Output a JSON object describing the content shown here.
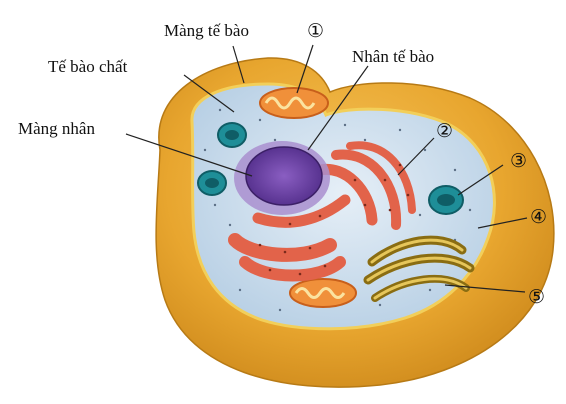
{
  "labels": {
    "cell_membrane": "Màng tế bào",
    "cytoplasm": "Tế bào chất",
    "nucleus": "Nhân tế bào",
    "nuclear_membrane": "Màng nhân"
  },
  "numbers": {
    "n1": "①",
    "n2": "②",
    "n3": "③",
    "n4": "④",
    "n5": "⑤"
  },
  "colors": {
    "outer_body": "#e8a62f",
    "outer_dark": "#c98418",
    "membrane_edge": "#f2cf5a",
    "cytoplasm": "#c9dced",
    "nucleus": "#6a3fa6",
    "nucleus_halo": "#a98fcf",
    "er": "#e2634a",
    "vacuole": "#1e8e98",
    "golgi": "#8a6d12",
    "mito": "#f0903a"
  }
}
